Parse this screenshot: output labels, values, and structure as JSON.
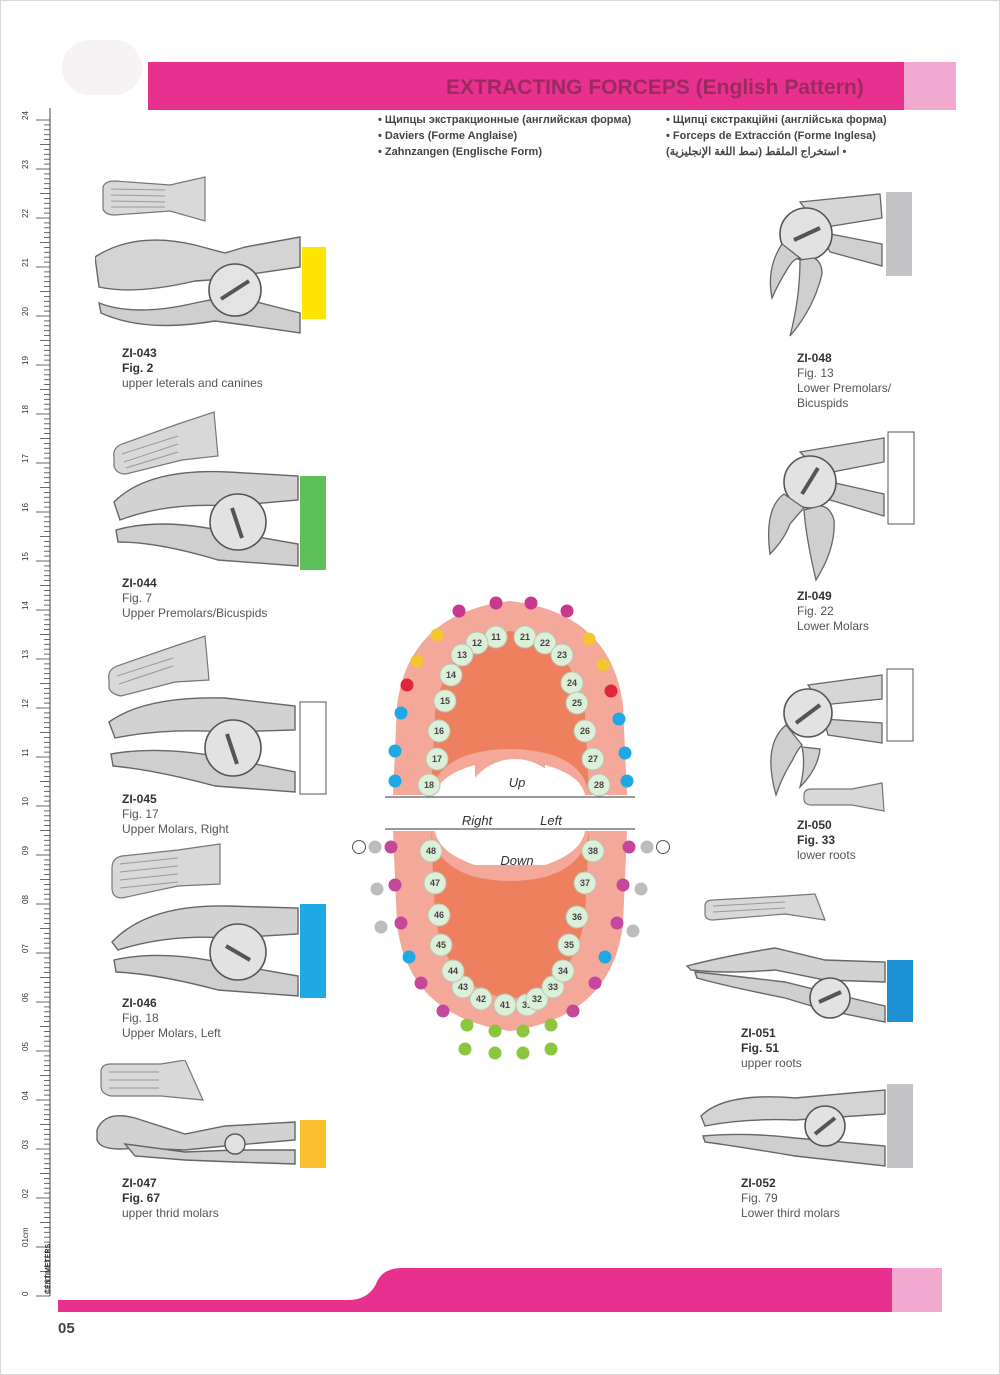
{
  "header": {
    "title": "EXTRACTING FORCEPS (English Pattern)",
    "band_color": "#e8318f",
    "band_tip_color": "#f2a9cf"
  },
  "languages": {
    "left": [
      "Щипцы экстракционные (английская форма)",
      "Daviers (Forme Anglaise)",
      "Zahnzangen (Englische Form)"
    ],
    "right": [
      "Щипці єкстракційні (англійська форма)",
      "Forceps de Extracción (Forme Inglesa)",
      "استخراج الملقط (نمط اللغة الإنجليزية)"
    ]
  },
  "ruler": {
    "unit_label": "CENTIMETERS",
    "start_label": "0",
    "labels": [
      "01cm",
      "02",
      "03",
      "04",
      "05",
      "06",
      "07",
      "08",
      "09",
      "10",
      "11",
      "12",
      "13",
      "14",
      "15",
      "16",
      "17",
      "18",
      "19",
      "20",
      "21",
      "22",
      "23",
      "24"
    ]
  },
  "products": [
    {
      "code": "ZI-043",
      "fig": "Fig. 2",
      "desc": "upper leterals and canines",
      "swatch": "#ffe600"
    },
    {
      "code": "ZI-044",
      "fig": "Fig. 7",
      "desc": "Upper Premolars/Bicuspids",
      "swatch": "#5ec05a"
    },
    {
      "code": "ZI-045",
      "fig": "Fig. 17",
      "desc": "Upper Molars, Right",
      "swatch": "#ffffff"
    },
    {
      "code": "ZI-046",
      "fig": "Fig. 18",
      "desc": "Upper Molars, Left",
      "swatch": "#1ea9e4"
    },
    {
      "code": "ZI-047",
      "fig": "Fig. 67",
      "desc": "upper thrid molars",
      "swatch": "#fbc02d"
    },
    {
      "code": "ZI-048",
      "fig": "Fig. 13",
      "desc": "Lower Premolars/",
      "desc2": "Bicuspids",
      "swatch": "#c3c3c6"
    },
    {
      "code": "ZI-049",
      "fig": "Fig. 22",
      "desc": "Lower Molars",
      "swatch": "#ffffff"
    },
    {
      "code": "ZI-050",
      "fig": "Fig. 33",
      "desc": "lower roots",
      "swatch": "#ffffff"
    },
    {
      "code": "ZI-051",
      "fig": "Fig. 51",
      "desc": "upper roots",
      "swatch": "#1e90d6"
    },
    {
      "code": "ZI-052",
      "fig": "Fig. 79",
      "desc": "Lower third molars",
      "swatch": "#c3c3c6"
    }
  ],
  "diagram": {
    "up_label": "Up",
    "down_label": "Down",
    "right_label": "Right",
    "left_label": "Left",
    "upper_right_teeth": [
      "11",
      "12",
      "13",
      "14",
      "15",
      "16",
      "17",
      "18"
    ],
    "upper_left_teeth": [
      "21",
      "22",
      "23",
      "24",
      "25",
      "26",
      "27",
      "28"
    ],
    "lower_right_teeth": [
      "41",
      "42",
      "43",
      "44",
      "45",
      "46",
      "47",
      "48"
    ],
    "lower_left_teeth": [
      "31",
      "32",
      "33",
      "34",
      "35",
      "36",
      "37",
      "38"
    ]
  },
  "footer": {
    "page_number": "05",
    "band_color": "#e8318f"
  }
}
